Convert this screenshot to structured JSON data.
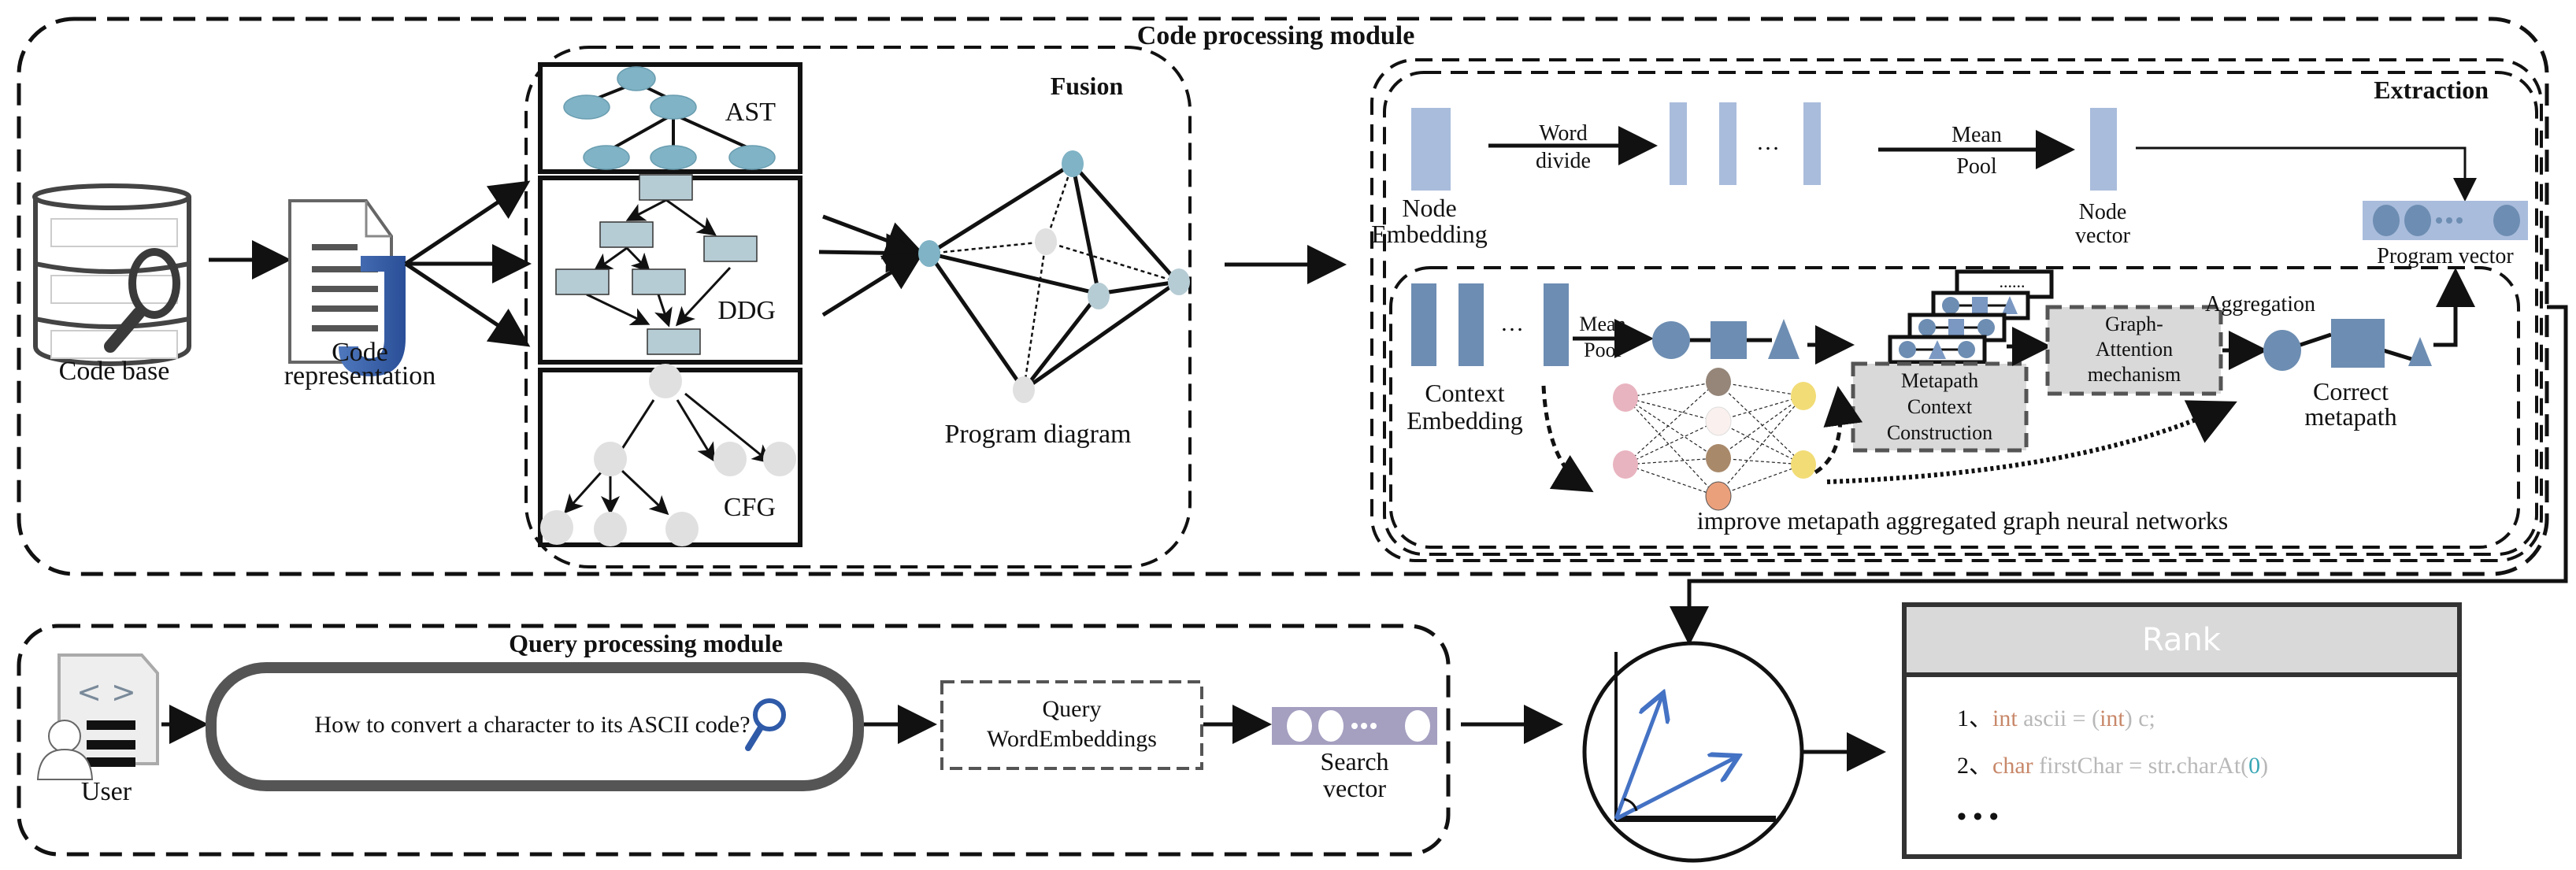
{
  "code_module": {
    "title": "Code processing module",
    "code_base_label": "Code base",
    "code_rep_label_1": "Code",
    "code_rep_label_2": "representation",
    "fusion": {
      "title": "Fusion",
      "ast_label": "AST",
      "ddg_label": "DDG",
      "cfg_label": "CFG",
      "program_diagram_label": "Program diagram"
    },
    "extraction": {
      "title": "Extraction",
      "node_embedding_1": "Node",
      "node_embedding_2": "Embedding",
      "word_divide_1": "Word",
      "word_divide_2": "divide",
      "ellipsis": "…",
      "mean_pool_1": "Mean",
      "mean_pool_2": "Pool",
      "node_vector_1": "Node",
      "node_vector_2": "vector",
      "program_vector": "Program vector",
      "context_embedding_1": "Context",
      "context_embedding_2": "Embedding",
      "metapath_1": "Metapath",
      "metapath_2": "Context",
      "metapath_3": "Construction",
      "stack_dots": "......",
      "gat_1": "Graph-",
      "gat_2": "Attention",
      "gat_3": "mechanism",
      "aggregation": "Aggregation",
      "correct_metapath_1": "Correct",
      "correct_metapath_2": "metapath",
      "gnn_label": "improve metapath aggregated graph neural networks"
    }
  },
  "query_module": {
    "title": "Query processing module",
    "user_label": "User",
    "query_text": "How to convert a character to its ASCII code?",
    "word_emb_1": "Query",
    "word_emb_2": "WordEmbeddings",
    "search_vector_1": "Search",
    "search_vector_2": "vector"
  },
  "rank": {
    "title": "Rank",
    "items": [
      {
        "num": "1、",
        "kw": "int",
        "rest1": " ascii = (",
        "kw2": "int",
        "rest2": ") c;"
      },
      {
        "num": "2、",
        "kw": "char",
        "rest1": " firstChar = str.charAt(",
        "lit": "0",
        "rest2": ")"
      }
    ],
    "more": "• • •"
  },
  "colors": {
    "vec_light": "#a9bcdc",
    "vec_dark": "#6d8db2",
    "ast_node": "#7fb3c5",
    "ddg_node": "#b6ccd4",
    "cfg_node": "#e0e0e0",
    "search_vec": "#a59fc0",
    "keyword": "#c8886a",
    "literal": "#3aa7b5",
    "code_gray": "#b8b8b8",
    "rank_header": "#d9d9d9",
    "arrow_blue": "#4472c4",
    "java_blue": "#2f55a0"
  }
}
